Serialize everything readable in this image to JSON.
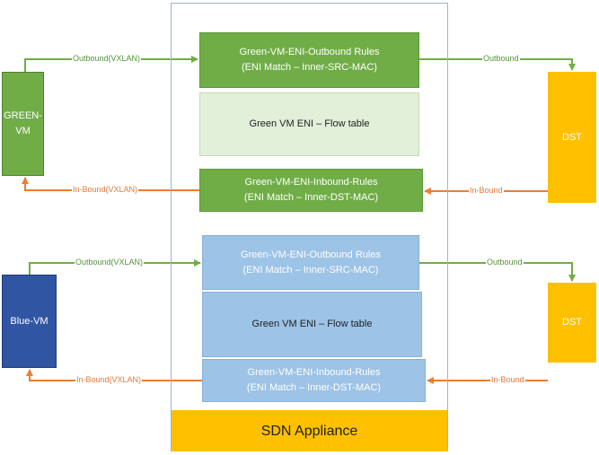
{
  "appliance": {
    "label": "SDN Appliance"
  },
  "vms": {
    "green": {
      "line1": "GREEN-",
      "line2": "VM"
    },
    "blue": {
      "label": "Blue-VM"
    }
  },
  "destinations": {
    "dst1": "DST",
    "dst2": "DST"
  },
  "green_eni": {
    "outbound_title": "Green-VM-ENI-Outbound Rules",
    "outbound_match": "(ENI Match – Inner-SRC-MAC)",
    "flow_table": "Green VM ENI – Flow table",
    "inbound_title": "Green-VM-ENI-Inbound-Rules",
    "inbound_match": "(ENI Match – Inner-DST-MAC)"
  },
  "blue_eni": {
    "outbound_title": "Green-VM-ENI-Outbound Rules",
    "outbound_match": "(ENI Match – Inner-SRC-MAC)",
    "flow_table": "Green VM ENI – Flow table",
    "inbound_title": "Green-VM-ENI-Inbound-Rules",
    "inbound_match": "(ENI Match – Inner-DST-MAC)"
  },
  "flows": {
    "green_outbound_vxlan": "Outbound(VXLAN)",
    "green_outbound_dst": "Outbound",
    "green_inbound_dst": "In-Bound",
    "green_inbound_vxlan": "In-Bound(VXLAN)",
    "blue_outbound_vxlan": "Outbound(VXLAN)",
    "blue_outbound_dst": "Outbound",
    "blue_inbound_dst": "In-Bound",
    "blue_inbound_vxlan": "In-Bound(VXLAN)"
  },
  "colors": {
    "green": "#70ad47",
    "orange": "#ed7d31",
    "blue_vm": "#2f55a3",
    "light_blue": "#9dc3e6",
    "yellow": "#ffc000"
  }
}
